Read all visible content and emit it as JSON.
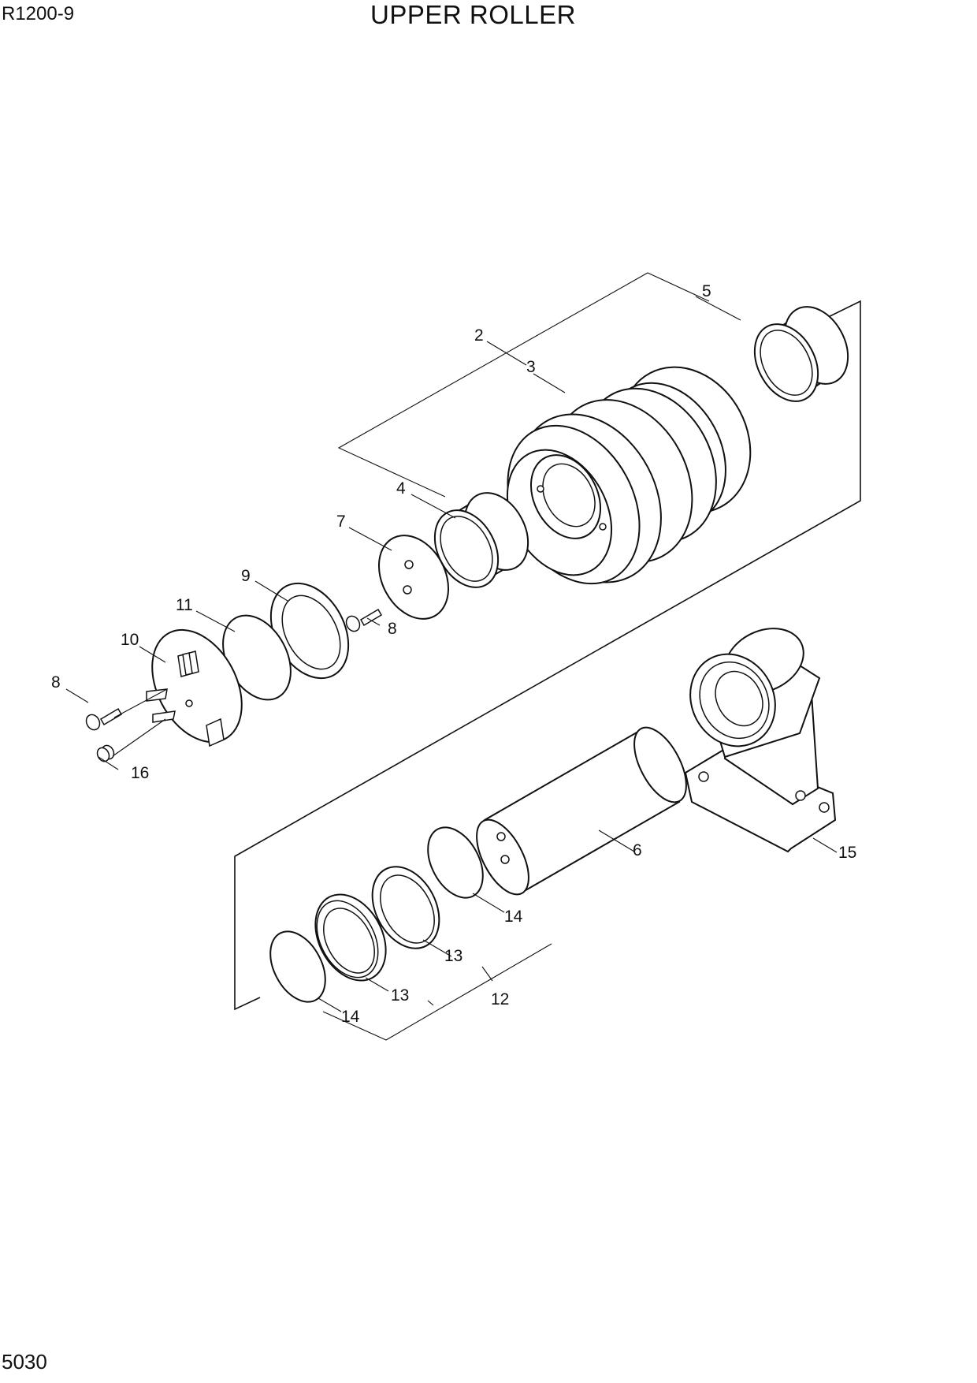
{
  "header": {
    "model": "R1200-9",
    "title": "UPPER ROLLER",
    "page_number": "5030"
  },
  "callouts": [
    {
      "id": "c2",
      "text": "2"
    },
    {
      "id": "c3",
      "text": "3"
    },
    {
      "id": "c4",
      "text": "4"
    },
    {
      "id": "c5",
      "text": "5"
    },
    {
      "id": "c6",
      "text": "6"
    },
    {
      "id": "c7",
      "text": "7"
    },
    {
      "id": "c8a",
      "text": "8"
    },
    {
      "id": "c8b",
      "text": "8"
    },
    {
      "id": "c9",
      "text": "9"
    },
    {
      "id": "c10",
      "text": "10"
    },
    {
      "id": "c11",
      "text": "11"
    },
    {
      "id": "c12",
      "text": "12"
    },
    {
      "id": "c13a",
      "text": "13"
    },
    {
      "id": "c13b",
      "text": "13"
    },
    {
      "id": "c14a",
      "text": "14"
    },
    {
      "id": "c14b",
      "text": "14"
    },
    {
      "id": "c15",
      "text": "15"
    },
    {
      "id": "c16",
      "text": "16"
    }
  ]
}
